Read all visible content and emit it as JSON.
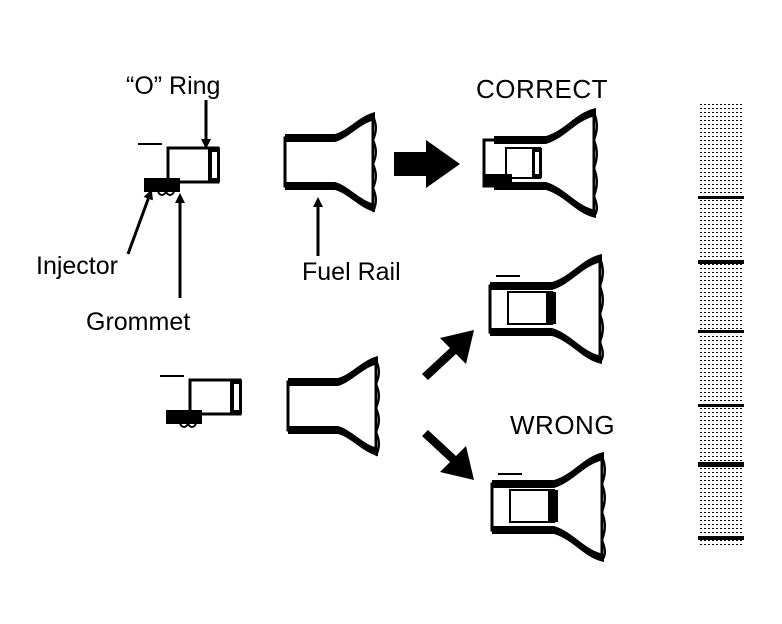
{
  "labels": {
    "o_ring": "“O” Ring",
    "injector": "Injector",
    "grommet": "Grommet",
    "fuel_rail": "Fuel Rail",
    "correct": "CORRECT",
    "wrong": "WRONG"
  },
  "colors": {
    "ink": "#000000",
    "paper": "#ffffff",
    "halftone": "#000000"
  }
}
